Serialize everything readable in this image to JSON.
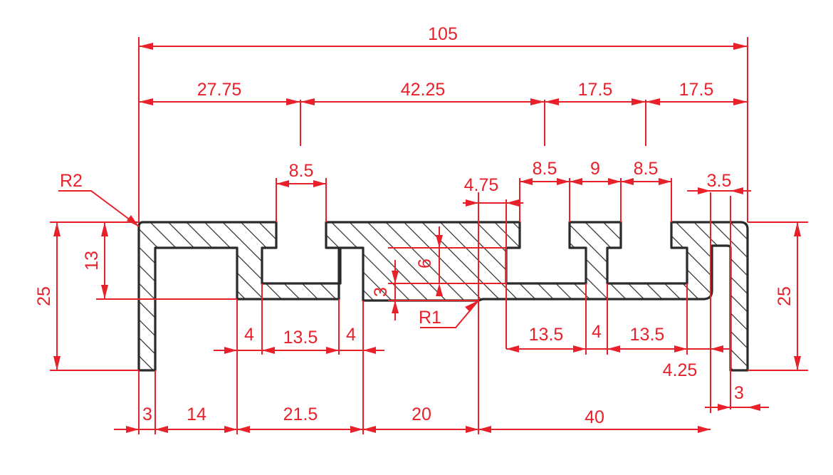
{
  "colors": {
    "dimension": "#e8202a",
    "outline": "#2a2a2a",
    "background": "#ffffff"
  },
  "dimensions": {
    "overall_width": "105",
    "top_pitch": [
      "27.75",
      "42.25",
      "17.5",
      "17.5"
    ],
    "slot_openings": [
      "8.5",
      "8.5",
      "9",
      "8.5"
    ],
    "offset_4_75": "4.75",
    "offset_3_5": "3.5",
    "height_left": "25",
    "height_right": "25",
    "height_13": "13",
    "depth_6": "6",
    "depth_3": "3",
    "radius_r2": "R2",
    "radius_r1": "R1",
    "slot_widths": [
      "13.5",
      "13.5",
      "13.5"
    ],
    "wall_4": [
      "4",
      "4",
      "4"
    ],
    "lip_4_25": "4.25",
    "bottom_chain": [
      "3",
      "14",
      "21.5",
      "20",
      "40"
    ],
    "right_3": "3"
  }
}
